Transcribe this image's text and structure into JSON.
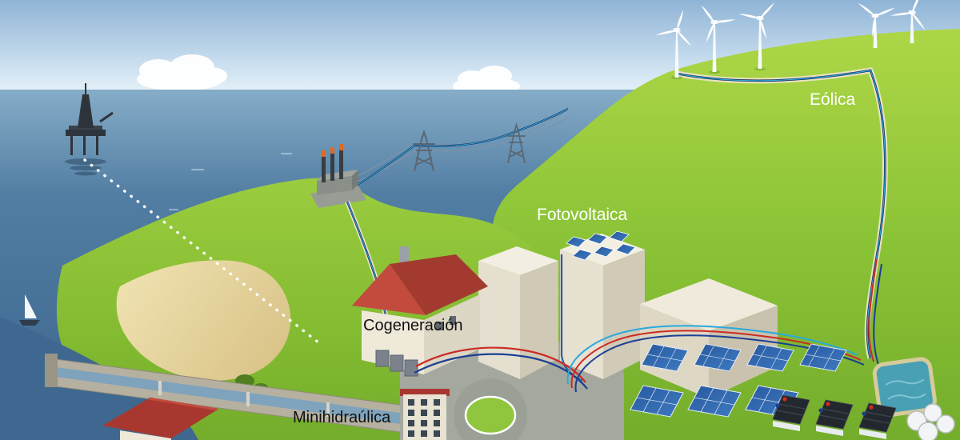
{
  "diagram": {
    "labels": {
      "eolica": "Eólica",
      "fotovoltaica": "Fotovoltaica",
      "cogeneracion": "Cogeneración",
      "minihidraulica": "Minihidraúlica"
    },
    "colors": {
      "sky_top": "#8fb4d6",
      "sky_horizon": "#e9f3fa",
      "sea": "#4a7399",
      "grass": "#8fc63e",
      "sand": "#e3d49c",
      "building_light": "#efeadb",
      "roof_red": "#a8382f",
      "panel_blue": "#2f63ad",
      "cable_cyan": "#2aa9dd",
      "pipe_red": "#cc2b24",
      "pipe_blue": "#1c3f94",
      "path_tan": "#e9e3c6"
    },
    "scene_elements": [
      "offshore-platform",
      "sailboat",
      "clouds",
      "sea",
      "beach",
      "wind-turbines",
      "transmission-pylons",
      "power-lines",
      "substation",
      "cogeneration-house",
      "photovoltaic-building",
      "rooftop-pv-panels",
      "ground-solar-array",
      "solar-thermal-collectors",
      "storage-tanks",
      "pool",
      "hydro-channel",
      "minihydro-building",
      "roundabout",
      "subsea-cable-dashed",
      "district-pipes-red-blue",
      "grid-cable-cyan"
    ]
  }
}
